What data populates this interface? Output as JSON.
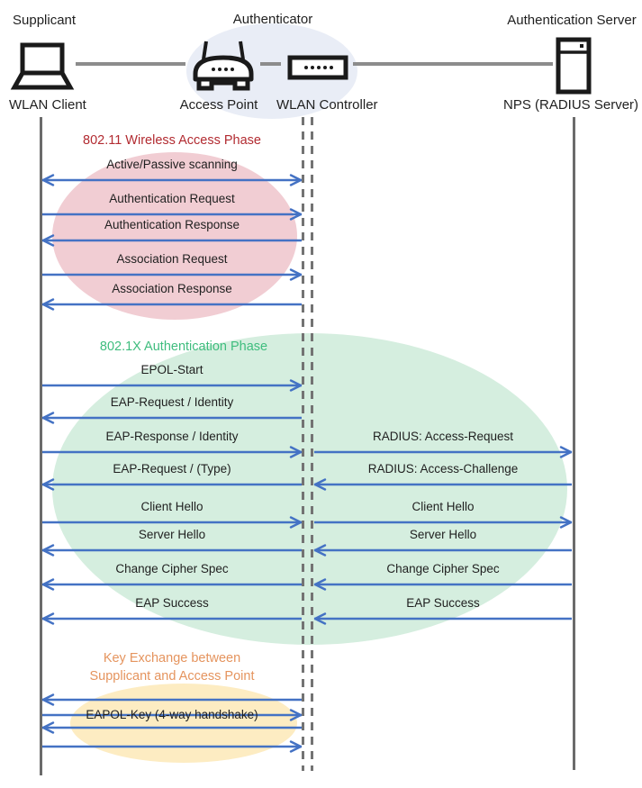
{
  "header": {
    "roles": [
      {
        "label": "Supplicant"
      },
      {
        "label": "Authenticator"
      },
      {
        "label": "Authentication Server"
      }
    ],
    "devices": [
      {
        "label": "WLAN Client",
        "icon": "laptop-icon"
      },
      {
        "label": "Access Point",
        "icon": "access-point-icon"
      },
      {
        "label": "WLAN Controller",
        "icon": "wlan-controller-icon"
      },
      {
        "label": "NPS (RADIUS Server)",
        "icon": "server-icon"
      }
    ]
  },
  "phases": [
    {
      "title": "802.11 Wireless Access Phase",
      "color": "#b22b31",
      "ellipse_color": "#f1cdd3"
    },
    {
      "title": "802.1X Authentication Phase",
      "color": "#3fbd7e",
      "ellipse_color": "#d5eedf"
    },
    {
      "title": "Key Exchange between\nSupplicant and Access Point",
      "color": "#e5945e",
      "ellipse_color": "#fdecc2"
    }
  ],
  "messages": [
    {
      "label": "Active/Passive scanning",
      "segment": "left",
      "direction": "both",
      "from": "WLAN Client",
      "to": "WLAN Controller"
    },
    {
      "label": "Authentication Request",
      "segment": "left",
      "direction": "right",
      "from": "WLAN Client",
      "to": "WLAN Controller"
    },
    {
      "label": "Authentication Response",
      "segment": "left",
      "direction": "left",
      "from": "WLAN Controller",
      "to": "WLAN Client"
    },
    {
      "label": "Association Request",
      "segment": "left",
      "direction": "right",
      "from": "WLAN Client",
      "to": "WLAN Controller"
    },
    {
      "label": "Association Response",
      "segment": "left",
      "direction": "left",
      "from": "WLAN Controller",
      "to": "WLAN Client"
    },
    {
      "label": "EPOL-Start",
      "segment": "left",
      "direction": "right",
      "from": "WLAN Client",
      "to": "WLAN Controller"
    },
    {
      "label": "EAP-Request / Identity",
      "segment": "left",
      "direction": "left",
      "from": "WLAN Controller",
      "to": "WLAN Client"
    },
    {
      "label": "EAP-Response / Identity",
      "segment": "left",
      "direction": "right",
      "from": "WLAN Client",
      "to": "WLAN Controller"
    },
    {
      "label": "RADIUS: Access-Request",
      "segment": "right",
      "direction": "right",
      "from": "WLAN Controller",
      "to": "NPS (RADIUS Server)"
    },
    {
      "label": "EAP-Request / (Type)",
      "segment": "left",
      "direction": "left",
      "from": "WLAN Controller",
      "to": "WLAN Client"
    },
    {
      "label": "RADIUS: Access-Challenge",
      "segment": "right",
      "direction": "left",
      "from": "NPS (RADIUS Server)",
      "to": "WLAN Controller"
    },
    {
      "label": "Client Hello",
      "segment": "left",
      "direction": "right",
      "from": "WLAN Client",
      "to": "WLAN Controller"
    },
    {
      "label": "Client Hello",
      "segment": "right",
      "direction": "right",
      "from": "WLAN Controller",
      "to": "NPS (RADIUS Server)"
    },
    {
      "label": "Server Hello",
      "segment": "left",
      "direction": "left",
      "from": "WLAN Controller",
      "to": "WLAN Client"
    },
    {
      "label": "Server Hello",
      "segment": "right",
      "direction": "left",
      "from": "NPS (RADIUS Server)",
      "to": "WLAN Controller"
    },
    {
      "label": "Change Cipher Spec",
      "segment": "left",
      "direction": "left",
      "from": "WLAN Controller",
      "to": "WLAN Client"
    },
    {
      "label": "Change Cipher Spec",
      "segment": "right",
      "direction": "left",
      "from": "NPS (RADIUS Server)",
      "to": "WLAN Controller"
    },
    {
      "label": "EAP Success",
      "segment": "left",
      "direction": "left",
      "from": "WLAN Controller",
      "to": "WLAN Client"
    },
    {
      "label": "EAP Success",
      "segment": "right",
      "direction": "left",
      "from": "NPS (RADIUS Server)",
      "to": "WLAN Controller"
    },
    {
      "label": "",
      "segment": "left",
      "direction": "left",
      "from": "WLAN Controller",
      "to": "WLAN Client"
    },
    {
      "label": "",
      "segment": "left",
      "direction": "right",
      "from": "WLAN Client",
      "to": "WLAN Controller"
    },
    {
      "label": "EAPOL-Key (4-way handshake)",
      "segment": "left",
      "direction": "left",
      "from": "WLAN Controller",
      "to": "WLAN Client"
    },
    {
      "label": "",
      "segment": "left",
      "direction": "right",
      "from": "WLAN Client",
      "to": "WLAN Controller"
    }
  ],
  "colors": {
    "arrow": "#4472c4",
    "lifeline": "#6b6b6b",
    "header_ellipse": "#e9edf6",
    "text": "#1f1f1f",
    "icon_stroke": "#1a1a1a"
  }
}
